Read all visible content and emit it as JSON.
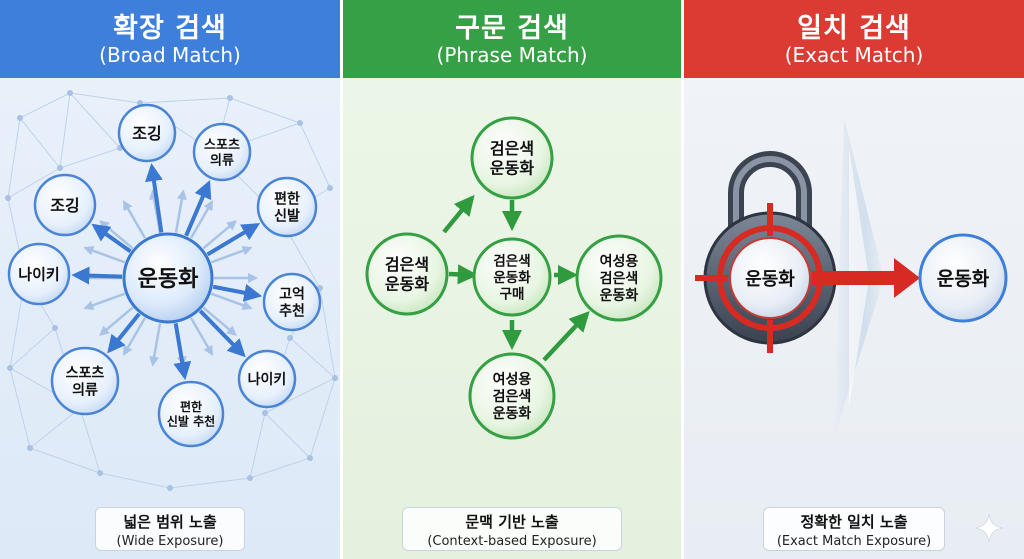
{
  "broad": {
    "title": "확장 검색",
    "subtitle": "(Broad Match)",
    "center": "운동화",
    "nodes": [
      {
        "lines": [
          "조깅"
        ]
      },
      {
        "lines": [
          "스포츠",
          "의류"
        ]
      },
      {
        "lines": [
          "편한",
          "신발"
        ]
      },
      {
        "lines": [
          "고억",
          "추천"
        ]
      },
      {
        "lines": [
          "나이키"
        ]
      },
      {
        "lines": [
          "편한",
          "신발 추천"
        ]
      },
      {
        "lines": [
          "스포츠",
          "의류"
        ]
      },
      {
        "lines": [
          "나이키"
        ]
      },
      {
        "lines": [
          "조깅"
        ]
      }
    ],
    "footer_main": "넓은 범위 노출",
    "footer_sub": "(Wide Exposure)",
    "accent": "#3f7fdc"
  },
  "phrase": {
    "title": "구문 검색",
    "subtitle": "(Phrase Match)",
    "nodes": {
      "left": [
        "검은색",
        "운동화"
      ],
      "top": [
        "검은색",
        "운동화"
      ],
      "middle": [
        "검은색",
        "운동화",
        "구매"
      ],
      "right": [
        "여성용",
        "검은색",
        "운동화"
      ],
      "bottom": [
        "여성용",
        "검은색",
        "운동화"
      ]
    },
    "footer_main": "문맥 기반 노출",
    "footer_sub": "(Context-based Exposure)",
    "accent": "#36a046"
  },
  "exact": {
    "title": "일치 검색",
    "subtitle": "(Exact Match)",
    "lock_label": "운동화",
    "target_label": "운동화",
    "lock_icon": "padlock-target-icon",
    "footer_main": "정확한 일치 노출",
    "footer_sub": "(Exact Match Exposure)",
    "accent": "#db3b33"
  },
  "sparkle_icon": "sparkle-icon"
}
